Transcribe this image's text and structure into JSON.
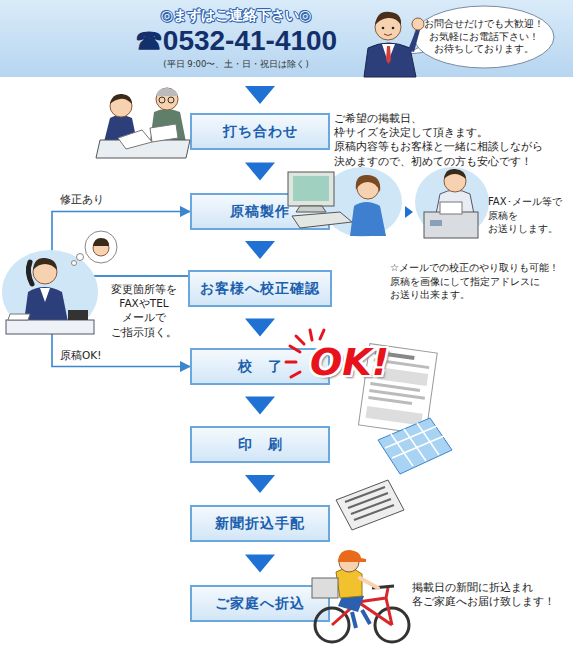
{
  "diagram": {
    "nodes": [
      {
        "text": [
          "◎まずはご連絡下さい◎",
          "☎0532-41-4100",
          "(平日 9:00〜、土・日・祝日は除く)"
        ]
      },
      {
        "text": [
          "お問合せだけでも大歓迎！ お気軽にお電話下さい！ お待ちしております。"
        ],
        "in": 0
      },
      {
        "text": [
          "打ち合わせ"
        ]
      },
      {
        "text": [
          "原稿製作"
        ]
      },
      {
        "text": [
          "お客様へ校正確認"
        ]
      },
      {
        "text": [
          "校　了"
        ]
      },
      {
        "text": [
          "印　刷"
        ]
      },
      {
        "text": [
          "新聞折込手配"
        ]
      },
      {
        "text": [
          "ご家庭へ折込"
        ]
      }
    ],
    "edges": [
      {
        "from": 0,
        "to": 2,
        "arrow": "to"
      },
      {
        "from": 2,
        "to": 3,
        "arrow": "to"
      },
      {
        "from": 3,
        "to": 4,
        "arrow": "to"
      },
      {
        "from": 4,
        "to": 5,
        "arrow": "to"
      },
      {
        "from": 5,
        "to": 6,
        "arrow": "to"
      },
      {
        "from": 6,
        "to": 7,
        "arrow": "to"
      },
      {
        "from": 7,
        "to": 8,
        "arrow": "to"
      },
      {
        "from": 4,
        "to": 3,
        "label": "修正あり",
        "arrow": "to"
      },
      {
        "from": 4,
        "to": 5,
        "label": "原稿OK!",
        "arrow": "to"
      }
    ],
    "labels": [
      "ご希望の掲載日、枠サイズを決定して頂きます。 原稿内容等もお客様と一緒に相談しながら 決めますので、初めての方も安心です！",
      "FAX･メール等で 原稿を お送りします。",
      "☆メールでの校正のやり取りも可能！ 原稿を画像にして指定アドレスに お送り出来ます。",
      "変更箇所等を FAXやTEL メールで ご指示頂く。",
      "OK!",
      "掲載日の新聞に折込まれ 各ご家庭へお届け致します！"
    ]
  }
}
